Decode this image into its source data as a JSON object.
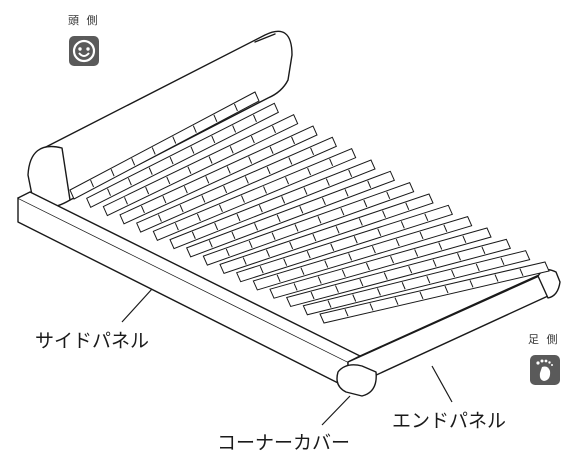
{
  "orientation": {
    "head_label": "頭 側",
    "foot_label": "足 側",
    "head_icon": "smiley-face-icon",
    "foot_icon": "footprint-icon"
  },
  "callouts": {
    "side_panel": "サイドパネル",
    "corner_cover": "コーナーカバー",
    "end_panel": "エンドパネル"
  },
  "colors": {
    "icon_fill": "#5a5a5a",
    "line": "#1a1a1a"
  }
}
